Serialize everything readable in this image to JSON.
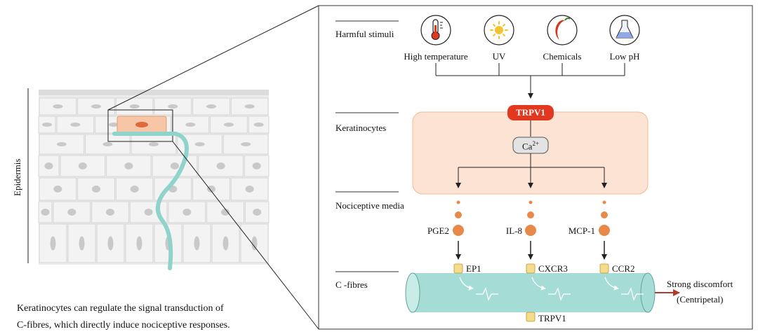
{
  "left_panel": {
    "axis_label": "Epidermis",
    "caption_lines": [
      "Keratinocytes can regulate the signal transduction of",
      "C-fibres, which directly induce nociceptive responses."
    ]
  },
  "rows": {
    "stimuli": "Harmful stimuli",
    "keratinocytes": "Keratinocytes",
    "media": "Nociceptive media",
    "fibres": "C -fibres"
  },
  "stimuli": [
    {
      "label": "High temperature",
      "icon": "thermometer-icon"
    },
    {
      "label": "UV",
      "icon": "sun-icon"
    },
    {
      "label": "Chemicals",
      "icon": "chili-pepper-icon"
    },
    {
      "label": "Low pH",
      "icon": "flask-icon"
    }
  ],
  "cell": {
    "receptor": "TRPV1",
    "ion_base": "Ca",
    "ion_sup": "2+"
  },
  "mediators": [
    "PGE2",
    "IL-8",
    "MCP-1"
  ],
  "fibre_receptors": [
    "EP1",
    "CXCR3",
    "CCR2"
  ],
  "fibre_bottom_receptor": "TRPV1",
  "outcome": {
    "line1": "Strong discomfort",
    "line2": "(Centripetal)"
  },
  "colors": {
    "cell_fill": "#fde3d3",
    "cell_border": "#f2b894",
    "receptor_red": "#e2381f",
    "mediator_orange": "#e8894a",
    "fibre_teal": "#a6dcd6",
    "receptor_yellow": "#f5dc8c",
    "arrow_dark_red": "#b23a2a"
  }
}
